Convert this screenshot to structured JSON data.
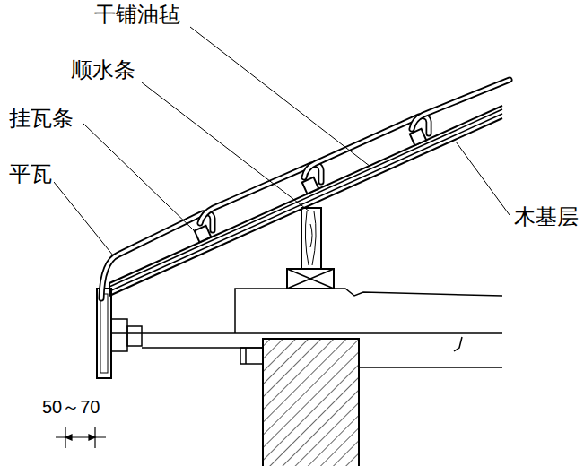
{
  "diagram": {
    "labels": [
      "干铺油毡",
      "顺水条",
      "挂瓦条",
      "平瓦",
      "木基层",
      "50～70"
    ]
  }
}
